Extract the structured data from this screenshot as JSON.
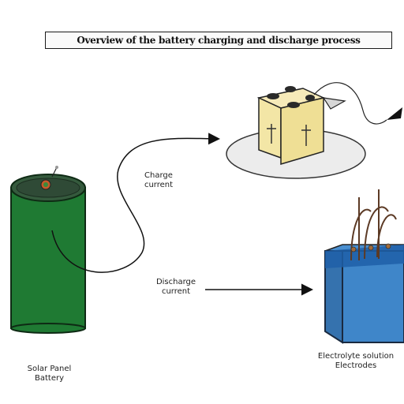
{
  "title": "Overview of the battery charging and discharge process",
  "labels": {
    "arrow_upper": [
      "Charge",
      "current"
    ],
    "arrow_lower": [
      "Discharge",
      "current"
    ],
    "left_component": [
      "Solar Panel",
      "Battery"
    ],
    "right_component": [
      "Electrolyte solution",
      "Electrodes"
    ]
  },
  "colors": {
    "cylinder_body": "#1f7a33",
    "cylinder_top": "#2f5f3a",
    "device_body": "#f3e6a6",
    "plate": "#ececec",
    "tank": "#3f86c9",
    "tank_water": "#1f5fa8"
  }
}
